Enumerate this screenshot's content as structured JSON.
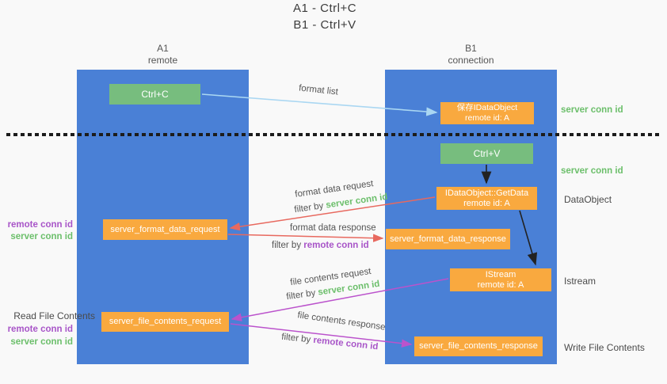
{
  "title": {
    "line1": "A1 - Ctrl+C",
    "line2": "B1 - Ctrl+V"
  },
  "lifelines": {
    "a": {
      "name": "A1",
      "role": "remote"
    },
    "b": {
      "name": "B1",
      "role": "connection"
    }
  },
  "nodes": {
    "ctrl_c": {
      "label": "Ctrl+C"
    },
    "ctrl_v": {
      "label": "Ctrl+V"
    },
    "save_idataobject": {
      "line1": "保存IDataObject",
      "line2": "remote id: A"
    },
    "getdata": {
      "line1": "IDataObject::GetData",
      "line2": "remote id: A"
    },
    "istream": {
      "line1": "IStream",
      "line2": "remote id: A"
    },
    "format_request": {
      "label": "server_format_data_request"
    },
    "format_response": {
      "label": "server_format_data_response"
    },
    "file_request": {
      "label": "server_file_contents_request"
    },
    "file_response": {
      "label": "server_file_contents_response"
    }
  },
  "edge_labels": {
    "format_list": "format list",
    "format_data_request": "format data request",
    "format_data_request_filter_prefix": "filter by ",
    "format_data_request_filter_key": "server conn id",
    "format_data_response": "format data response",
    "format_data_response_filter_prefix": "filter by ",
    "format_data_response_filter_key": "remote conn id",
    "file_contents_request": "file contents request",
    "file_contents_request_filter_prefix": "filter by ",
    "file_contents_request_filter_key": "server conn id",
    "file_contents_response": "file contents response",
    "file_contents_response_filter_prefix": "filter by ",
    "file_contents_response_filter_key": "remote conn id"
  },
  "side_labels": {
    "right_server_conn_id_1": "server conn id",
    "right_server_conn_id_2": "server conn id",
    "right_dataobject": "DataObject",
    "right_istream": "Istream",
    "right_write_file": "Write File Contents",
    "left_remote_conn_id_1": "remote conn id",
    "left_server_conn_id_1": "server conn id",
    "left_read_file": "Read File Contents",
    "left_remote_conn_id_2": "remote conn id",
    "left_server_conn_id_2": "server conn id"
  },
  "colors": {
    "lifeline_blue": "#4a80d6",
    "action_green": "#77bd7e",
    "node_orange": "#f9a93f",
    "arrow_red": "#e8695f",
    "arrow_magenta": "#bb53cc",
    "arrow_lightblue": "#aad7f2",
    "arrow_black": "#222222",
    "conn_id_green": "#6cbf6b",
    "conn_id_purple": "#a855c8"
  }
}
